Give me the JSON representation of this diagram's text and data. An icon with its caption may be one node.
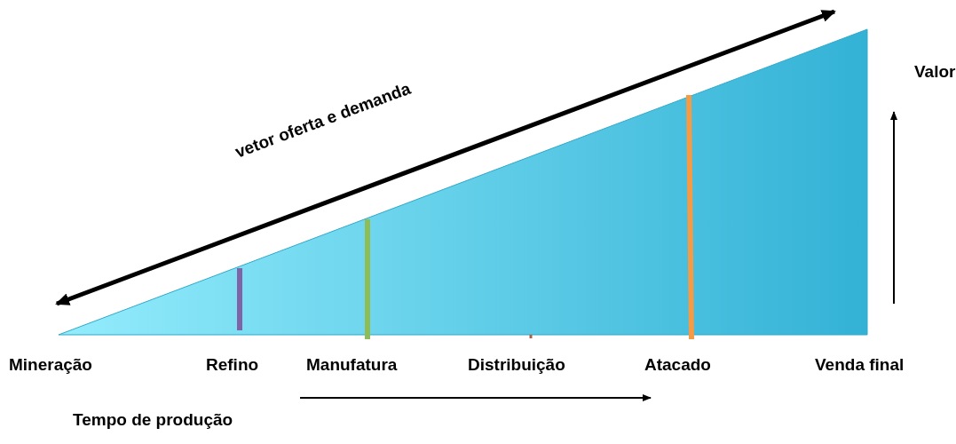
{
  "diagram": {
    "labels": [
      "vetor oferta e demanda",
      "Valor",
      "Mineração",
      "Refino",
      "Manufatura",
      "Distribuição",
      "Atacado",
      "Venda final",
      "Tempo de produção"
    ]
  }
}
